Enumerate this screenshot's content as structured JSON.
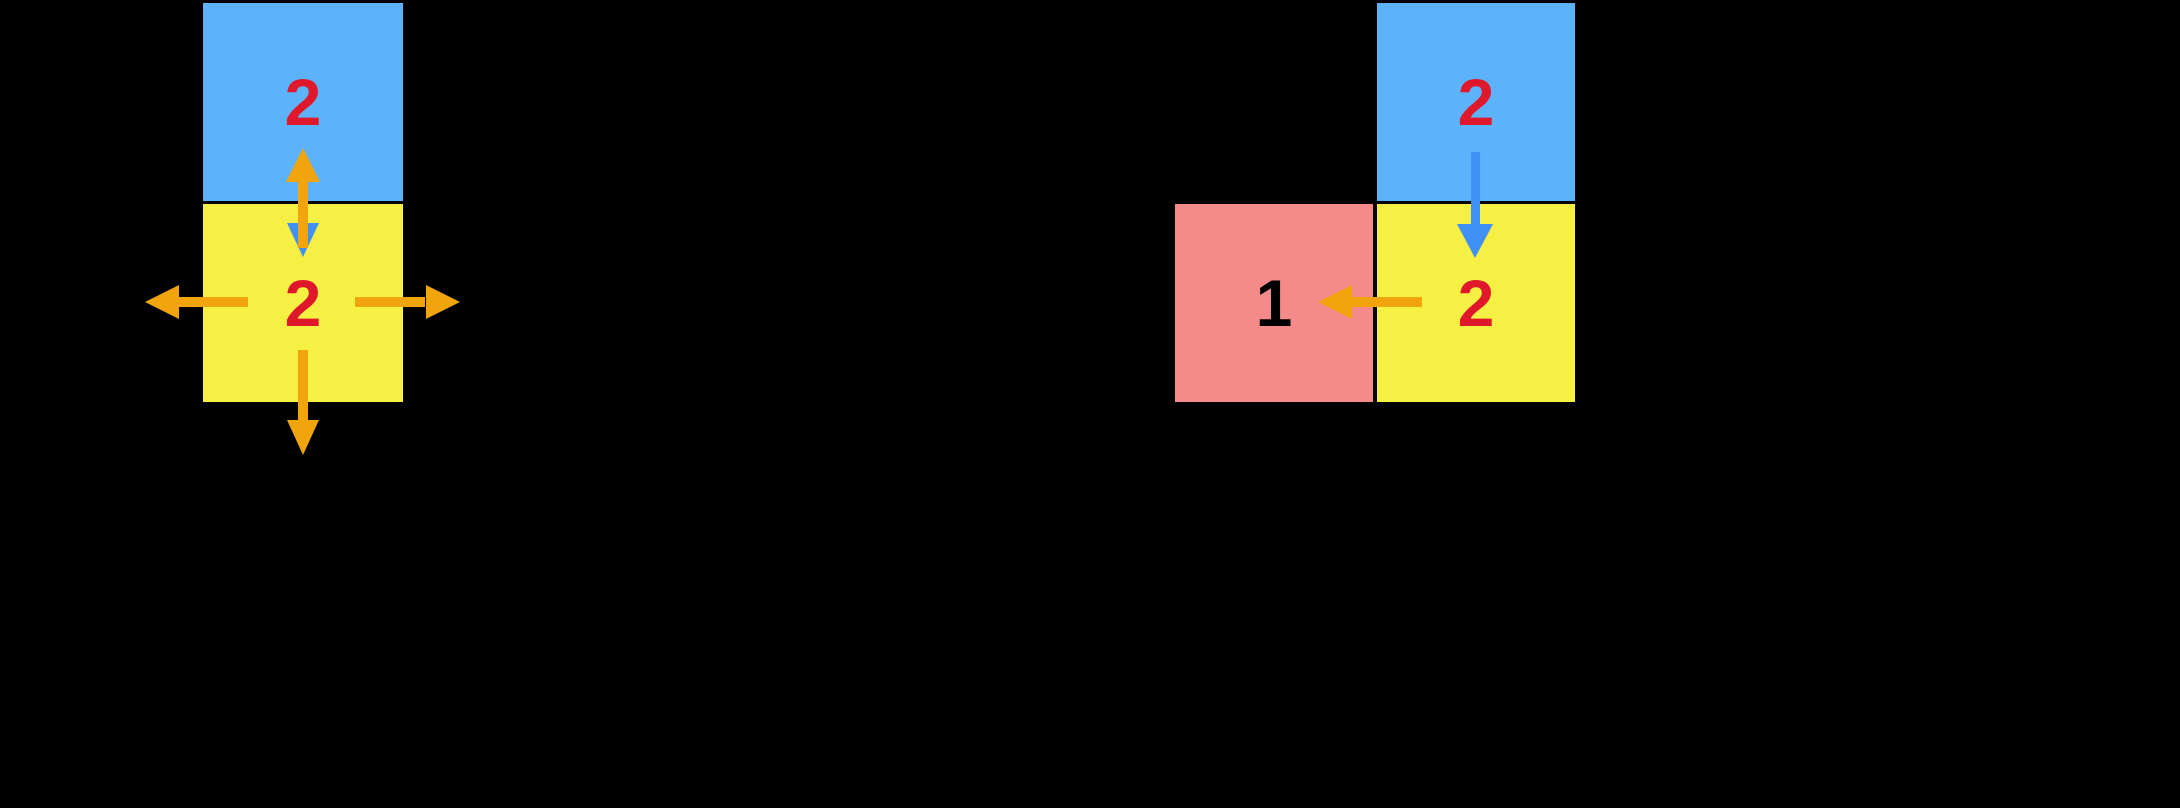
{
  "colors": {
    "background": "#000000",
    "tile_blue": "#5DB3FA",
    "tile_yellow": "#F5F043",
    "tile_pink": "#F48A89",
    "arrow_orange": "#F1A40C",
    "arrow_blue": "#4190F5",
    "number_red": "#E0182C",
    "number_black": "#000000"
  },
  "left_diagram": {
    "blue_tile": {
      "value": "2"
    },
    "yellow_tile": {
      "value": "2"
    },
    "arrows": [
      {
        "name": "orange-up-arrow",
        "direction": "up",
        "color": "orange"
      },
      {
        "name": "blue-down-arrowhead",
        "direction": "down",
        "color": "blue"
      },
      {
        "name": "orange-left-arrow",
        "direction": "left",
        "color": "orange"
      },
      {
        "name": "orange-right-arrow",
        "direction": "right",
        "color": "orange"
      },
      {
        "name": "orange-down-arrow",
        "direction": "down",
        "color": "orange"
      }
    ]
  },
  "right_diagram": {
    "blue_tile": {
      "value": "2"
    },
    "yellow_tile": {
      "value": "2"
    },
    "pink_tile": {
      "value": "1"
    },
    "arrows": [
      {
        "name": "blue-down-arrow",
        "direction": "down",
        "color": "blue"
      },
      {
        "name": "orange-left-arrow",
        "direction": "left",
        "color": "orange"
      }
    ]
  }
}
